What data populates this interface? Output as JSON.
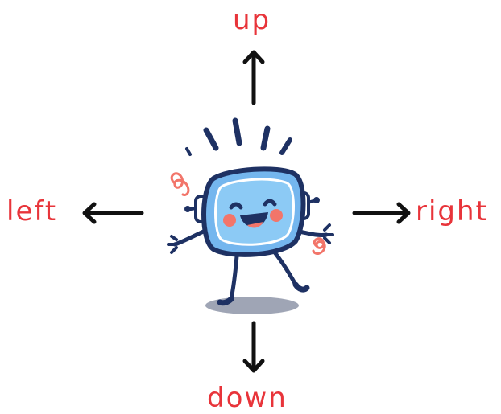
{
  "labels": {
    "up": "up",
    "down": "down",
    "left": "left",
    "right": "right"
  },
  "colors": {
    "label": "#e8343a",
    "arrow": "#111111",
    "character_body": "#74b6ee",
    "character_outline": "#1e3163",
    "cheeks": "#f2756a",
    "shadow": "#9fa5b5"
  },
  "icons": {
    "up_arrow": "arrow-up-icon",
    "down_arrow": "arrow-down-icon",
    "left_arrow": "arrow-left-icon",
    "right_arrow": "arrow-right-icon",
    "character": "robot-character-icon"
  }
}
